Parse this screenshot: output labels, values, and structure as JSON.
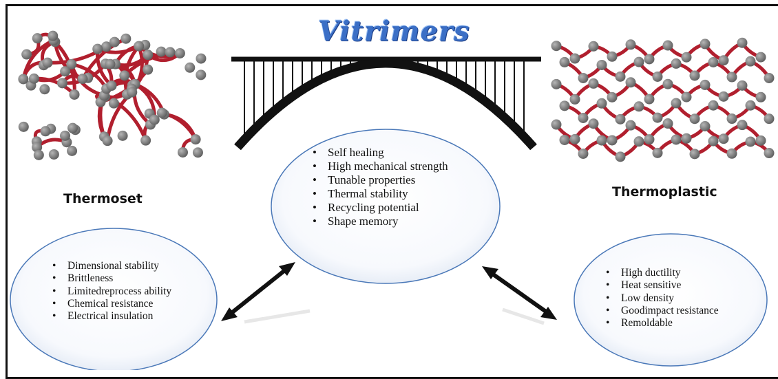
{
  "title": "Vitrimers",
  "left": {
    "label": "Thermoset",
    "properties": [
      "Dimensional stability",
      "Brittleness",
      "Limitedreprocess ability",
      "Chemical resistance",
      "Electrical insulation"
    ]
  },
  "center": {
    "properties": [
      "Self healing",
      "High mechanical strength",
      "Tunable properties",
      "Thermal stability",
      "Recycling potential",
      "Shape memory"
    ]
  },
  "right": {
    "label": "Thermoplastic",
    "properties": [
      "High ductility",
      "Heat sensitive",
      "Low density",
      "Goodimpact  resistance",
      "Remoldable"
    ]
  },
  "colors": {
    "chain": "#b11f2e",
    "node": "#7f7f7f",
    "title": "#3b6fc6"
  }
}
